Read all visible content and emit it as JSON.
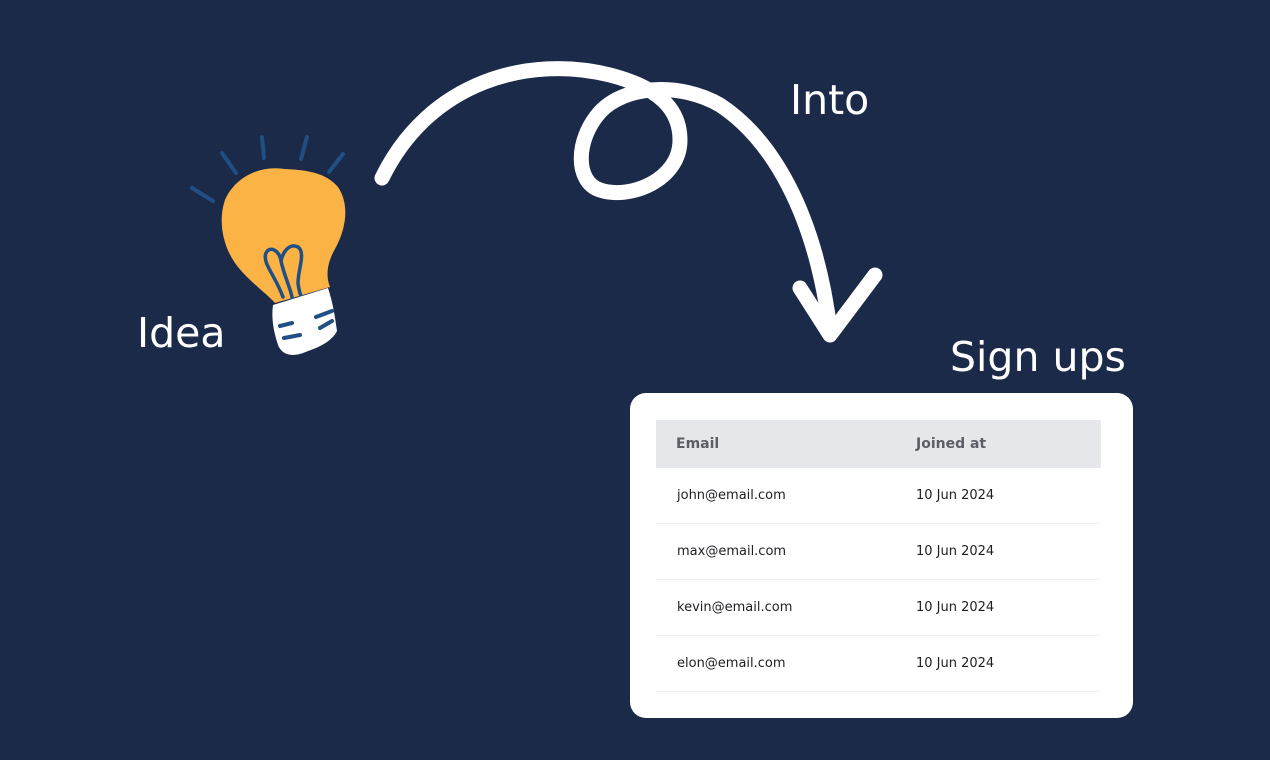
{
  "labels": {
    "idea": "Idea",
    "into": "Into",
    "signups": "Sign ups"
  },
  "table": {
    "headers": {
      "email": "Email",
      "joined": "Joined at"
    },
    "rows": [
      {
        "email": "john@email.com",
        "joined": "10 Jun 2024"
      },
      {
        "email": "max@email.com",
        "joined": "10 Jun 2024"
      },
      {
        "email": "kevin@email.com",
        "joined": "10 Jun 2024"
      },
      {
        "email": "elon@email.com",
        "joined": "10 Jun 2024"
      }
    ]
  },
  "icons": {
    "bulb": "lightbulb-icon",
    "arrow": "curved-arrow-icon"
  },
  "colors": {
    "background": "#1c2a4a",
    "bulb": "#fbb345",
    "bulb_lines": "#1f4f85",
    "card": "#ffffff",
    "header_bg": "#e6e7ea"
  }
}
